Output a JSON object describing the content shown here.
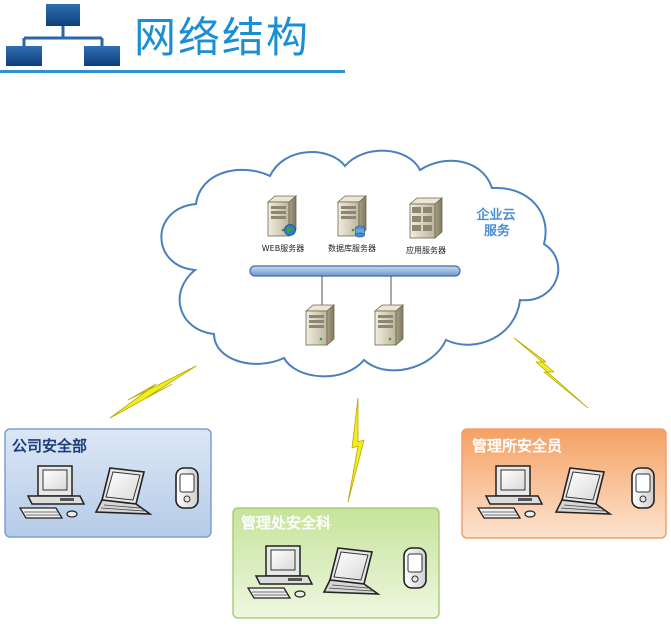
{
  "header": {
    "title": "网络结构"
  },
  "cloud": {
    "label_line1": "企业云",
    "label_line2": "服务",
    "servers": [
      {
        "label": "WEB服务器"
      },
      {
        "label": "数据库服务器"
      },
      {
        "label": "应用服务器"
      }
    ]
  },
  "groups": {
    "company": {
      "title": "公司安全部"
    },
    "office": {
      "title": "管理处安全科"
    },
    "station": {
      "title": "管理所安全员"
    }
  },
  "colors": {
    "title": "#1a8fd6",
    "cloud_stroke": "#4a7fc0",
    "bus": "#7fa7d6",
    "bolt": "#f2ee1e",
    "company_panel": "#c6d7ee",
    "company_title": "#1b3f7a",
    "office_panel": "#d8ebb8",
    "office_title": "#ffffff",
    "station_panel": "#f9c9a4",
    "station_title": "#ffffff"
  }
}
